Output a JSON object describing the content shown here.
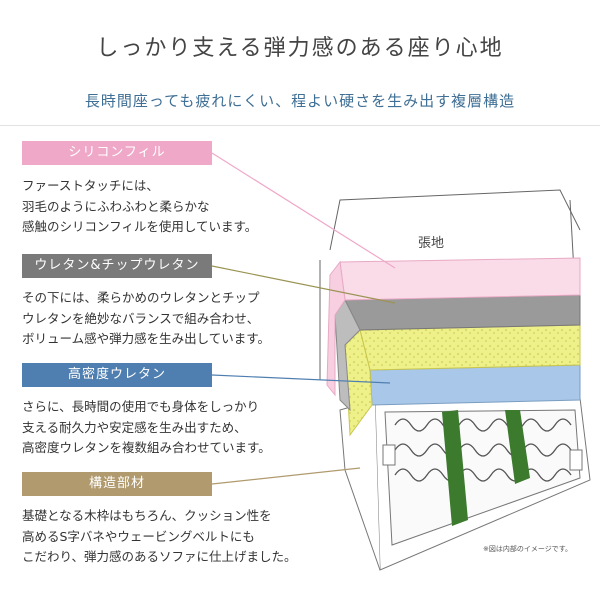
{
  "title": "しっかり支える弾力感のある座り心地",
  "subtitle": "長時間座っても疲れにくい、程よい硬さを生み出す複層構造",
  "diagram_label": "張地",
  "note": "※図は内部のイメージです。",
  "layers": [
    {
      "label": "シリコンフィル",
      "color": "#f0a8c8",
      "description": "ファーストタッチには、\n羽毛のようにふわふわと柔らかな\n感触のシリコンフィルを使用しています。"
    },
    {
      "label": "ウレタン&チップウレタン",
      "color": "#7a7a7a",
      "description": "その下には、柔らかめのウレタンとチップ\nウレタンを絶妙なバランスで組み合わせ、\nボリューム感や弾力感を生み出しています。"
    },
    {
      "label": "高密度ウレタン",
      "color": "#4f7fb0",
      "description": "さらに、長時間の使用でも身体をしっかり\n支える耐久力や安定感を生み出すため、\n高密度ウレタンを複数組み合わせています。"
    },
    {
      "label": "構造部材",
      "color": "#b09a6e",
      "description": "基礎となる木枠はもちろん、クッション性を\n高めるS字バネやウェービングベルトにも\nこだわり、弾力感のあるソファに仕上げました。"
    }
  ]
}
